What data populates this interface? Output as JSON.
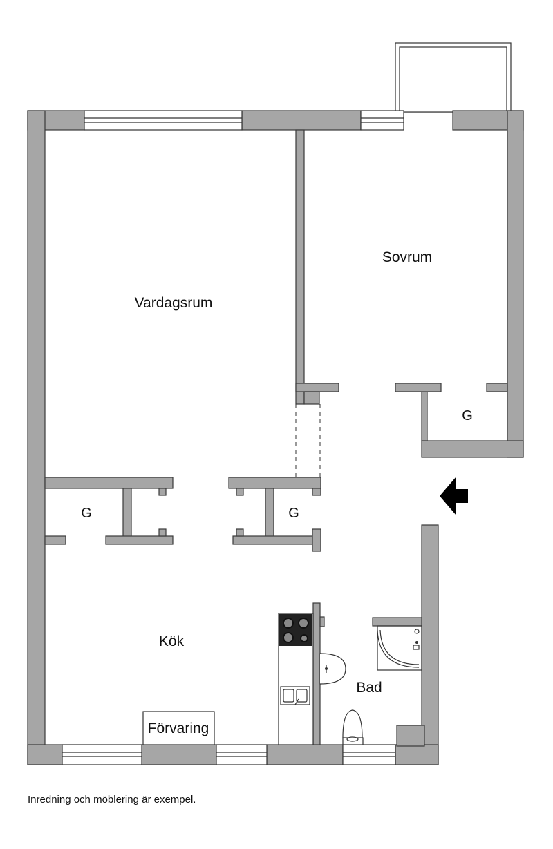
{
  "rooms": {
    "vardagsrum": "Vardagsrum",
    "sovrum": "Sovrum",
    "kok": "Kök",
    "bad": "Bad",
    "forvaring": "Förvaring",
    "g_sovrum": "G",
    "g_left": "G",
    "g_center": "G"
  },
  "disclaimer": "Inredning och möblering är exempel.",
  "colors": {
    "wall": "#a6a6a6",
    "outline": "#3a3a3a",
    "stove": "#222222"
  },
  "icons": [
    "entrance-arrow-icon",
    "stove-icon",
    "sink-icon",
    "toilet-icon",
    "shower-icon",
    "washbasin-icon"
  ]
}
